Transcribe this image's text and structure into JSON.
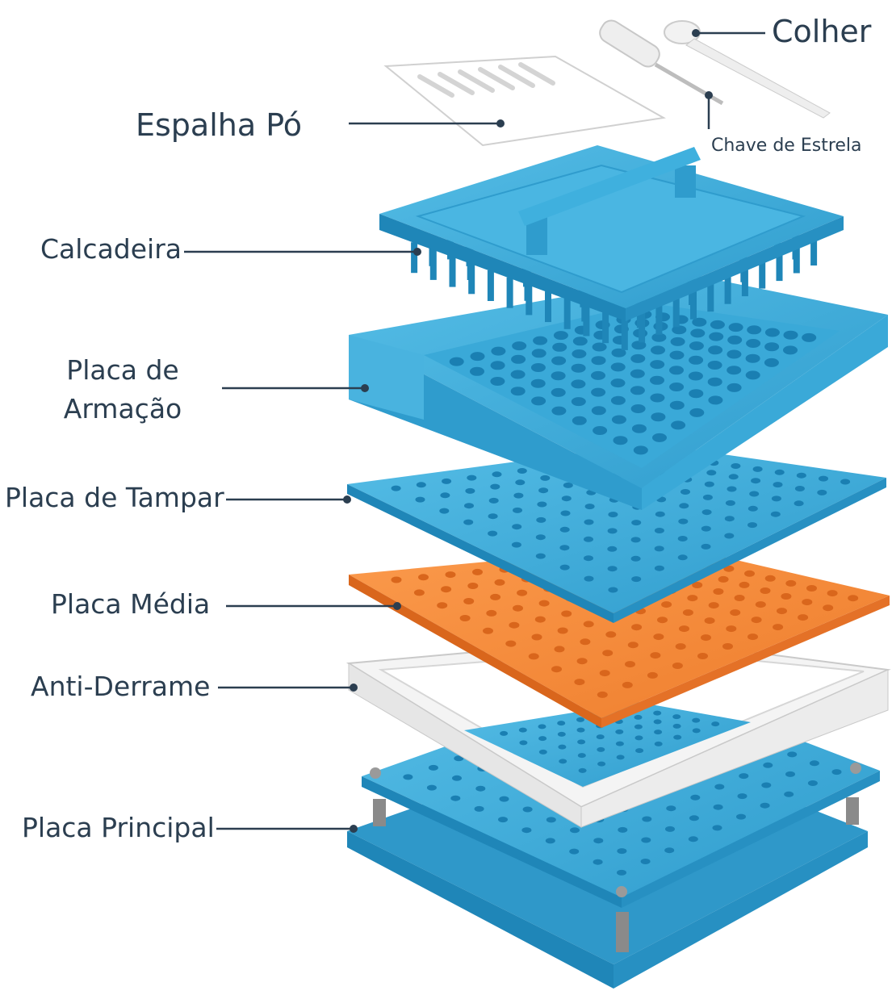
{
  "diagram": {
    "labels": {
      "colher": "Colher",
      "espalha_po": "Espalha Pó",
      "chave_estrela": "Chave de Estrela",
      "calcadeira": "Calcadeira",
      "placa_armacao_line1": "Placa de",
      "placa_armacao_line2": "Armação",
      "placa_tampar": "Placa de Tampar",
      "placa_media": "Placa Média",
      "anti_derrame": "Anti-Derrame",
      "placa_principal": "Placa Principal"
    },
    "colors": {
      "label_text": "#2b3e50",
      "leader_line": "#2b3e50",
      "blue_plate": "#3aa9d8",
      "blue_plate_dark": "#1f86b8",
      "blue_hole": "#1a7fb2",
      "orange_plate": "#f58a3a",
      "orange_hole": "#d9661c",
      "white_frame": "#f4f4f4",
      "frame_edge": "#c9c9c9"
    }
  }
}
